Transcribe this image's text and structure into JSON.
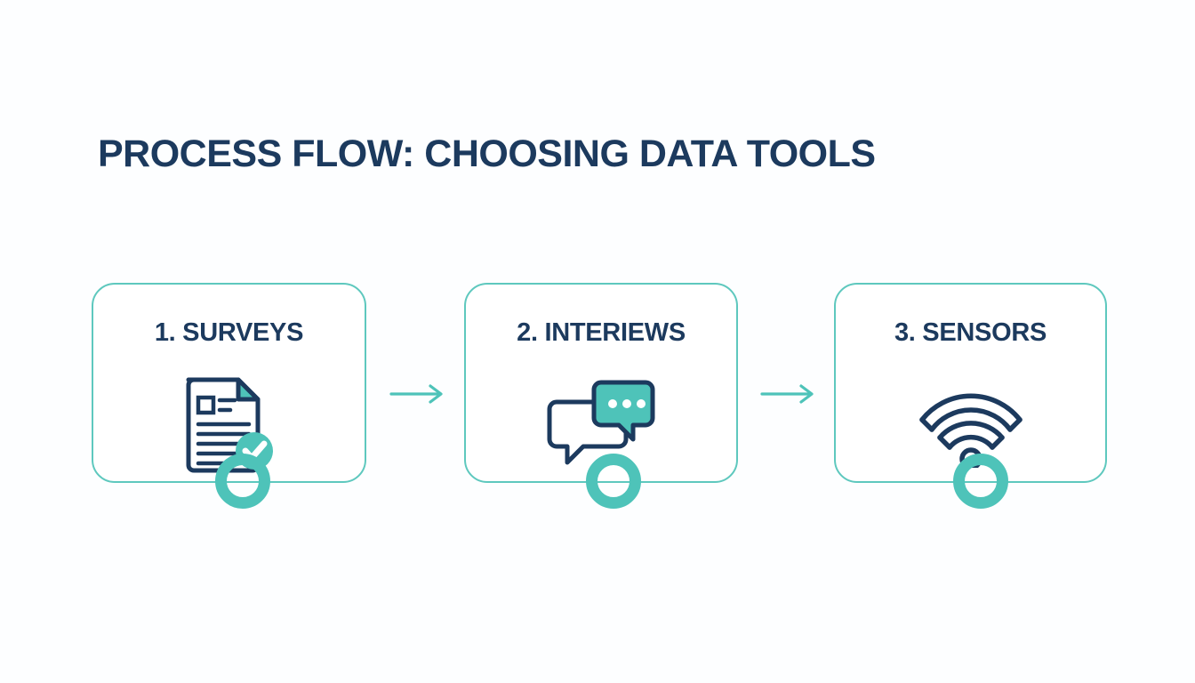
{
  "page": {
    "title": "PROCESS FLOW: CHOOSING DATA TOOLS",
    "background_color": "#fdfeff",
    "title_color": "#1c3a5e",
    "accent_color": "#4ec3b9",
    "border_color": "#5ec8be"
  },
  "steps": [
    {
      "label": "1. SURVEYS",
      "icon": "document-check-icon",
      "node": "step-node-ring"
    },
    {
      "label": "2. INTERIEWS",
      "icon": "speech-bubbles-icon",
      "node": "step-node-ring"
    },
    {
      "label": "3. SENSORS",
      "icon": "wifi-signal-icon",
      "node": "step-node-ring"
    }
  ],
  "connectors": [
    {
      "name": "arrow-right-icon"
    },
    {
      "name": "arrow-right-icon"
    }
  ]
}
